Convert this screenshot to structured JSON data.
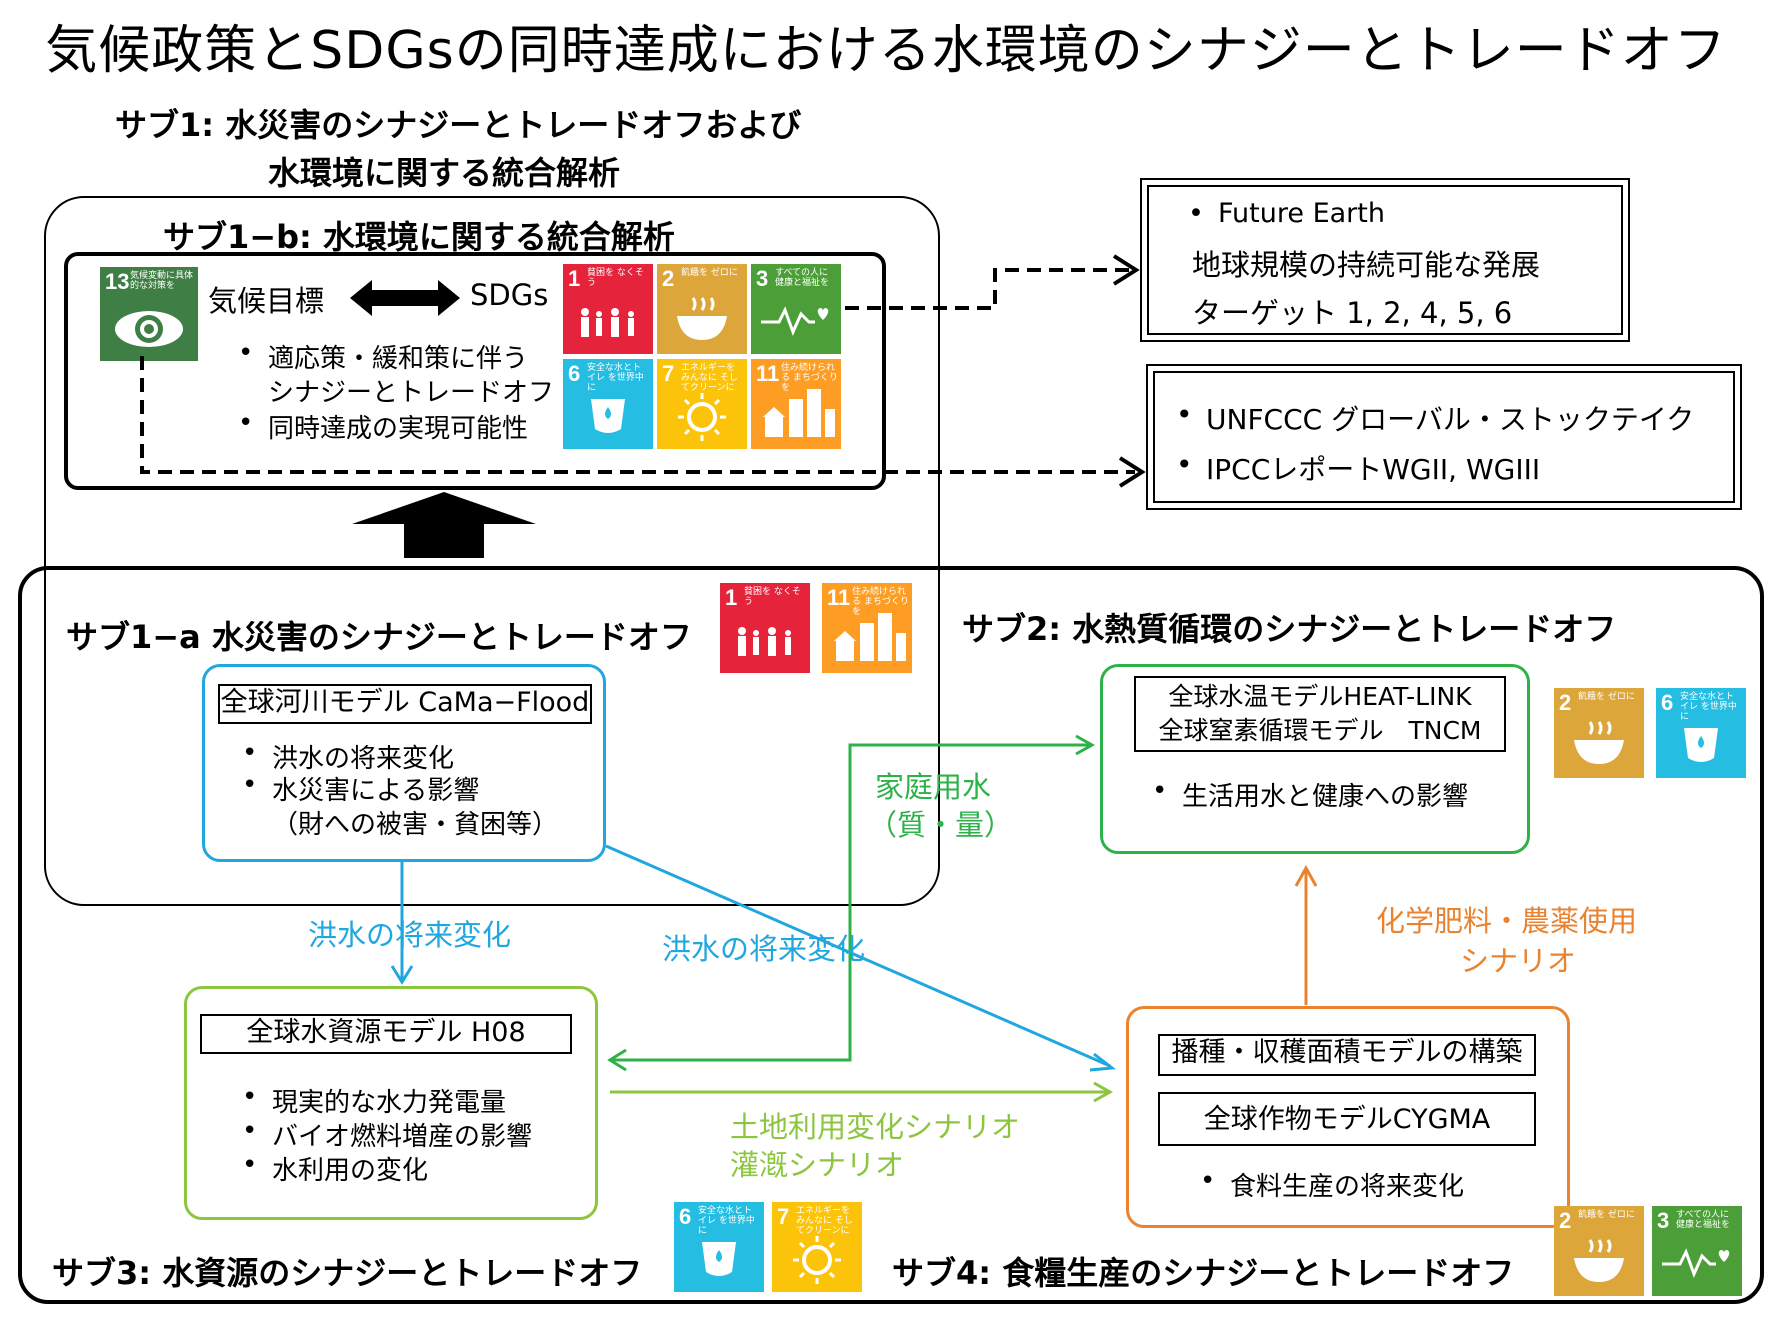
{
  "title": "気候政策とSDGsの同時達成における水環境のシナジーとトレードオフ",
  "sub1": {
    "title_line1": "サブ1: 水災害のシナジーとトレードオフおよび",
    "title_line2": "水環境に関する統合解析"
  },
  "sub1b": {
    "title": "サブ1−b: 水環境に関する統合解析",
    "goal13_num": "13",
    "goal13_label": "気候変動に具体的な対策を",
    "climate_target": "気候目標",
    "sdgs": "SDGs",
    "bullets": [
      "適応策・緩和策に伴う",
      "シナジーとトレードオフ",
      "同時達成の実現可能性"
    ]
  },
  "future_earth": {
    "line1": "Future Earth",
    "line2": "地球規模の持続可能な発展",
    "line3": "ターゲット 1, 2, 4, 5, 6"
  },
  "unfccc": {
    "line1": "UNFCCC グローバル・ストックテイク",
    "line2": "IPCCレポートWGII, WGIII"
  },
  "sub1a": {
    "title": "サブ1−a 水災害のシナジーとトレードオフ",
    "model": "全球河川モデル CaMa−Flood",
    "bullets": [
      "洪水の将来変化",
      "水災害による影響",
      "（財への被害・貧困等）"
    ]
  },
  "sub2": {
    "title": "サブ2: 水熱質循環のシナジーとトレードオフ",
    "model_line1": "全球水温モデルHEAT-LINK",
    "model_line2": "全球窒素循環モデル　TNCM",
    "bullet": "生活用水と健康への影響"
  },
  "sub3": {
    "title": "サブ3: 水資源のシナジーとトレードオフ",
    "model": "全球水資源モデル H08",
    "bullets": [
      "現実的な水力発電量",
      "バイオ燃料増産の影響",
      "水利用の変化"
    ]
  },
  "sub4": {
    "title": "サブ4: 食糧生産のシナジーとトレードオフ",
    "model1": "播種・収穫面積モデルの構築",
    "model2": "全球作物モデルCYGMA",
    "bullet": "食料生産の将来変化"
  },
  "arrows": {
    "flood1": "洪水の将来変化",
    "flood2": "洪水の将来変化",
    "domestic1": "家庭用水",
    "domestic2": "（質・量）",
    "landuse1": "土地利用変化シナリオ",
    "landuse2": "灌漑シナリオ",
    "fert1": "化学肥料・農薬使用",
    "fert2": "シナリオ"
  },
  "sdg_labels": {
    "g1": "貧困を なくそう",
    "g2": "飢餓を ゼロに",
    "g3": "すべての人に 健康と福祉を",
    "g6": "安全な水とトイレ を世界中に",
    "g7": "エネルギーをみんなに そしてクリーンに",
    "g11": "住み続けられる まちづくりを"
  },
  "colors": {
    "blue": "#1fa7e0",
    "green": "#2db24a",
    "lightgreen": "#8cc63e",
    "orange": "#e98330",
    "sdg1": "#e5243b",
    "sdg2": "#dda63a",
    "sdg3": "#4c9f38",
    "sdg6": "#26bde2",
    "sdg7": "#fcc30b",
    "sdg11": "#fd9d24",
    "sdg13": "#3f7e44"
  }
}
